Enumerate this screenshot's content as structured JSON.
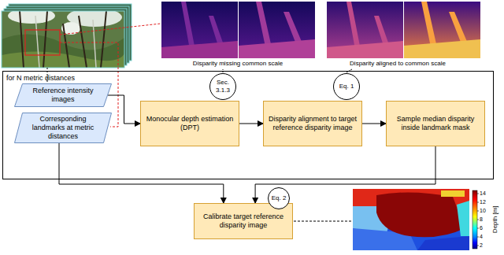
{
  "diagram": {
    "nodes": [
      {
        "text": [
          "for N metric distances"
        ]
      },
      {
        "text": [
          "Reference intensity images"
        ],
        "in": 0
      },
      {
        "text": [
          "Corresponding landmarks at metric distances"
        ],
        "in": 0
      },
      {
        "text": [
          "Sec. 3.1.3"
        ],
        "in": 0
      },
      {
        "text": [
          "Monocular depth estimation (DPT)"
        ],
        "in": 0
      },
      {
        "text": [
          "Eq. 1"
        ],
        "in": 0
      },
      {
        "text": [
          "Disparity alignment to target reference disparity image"
        ],
        "in": 0
      },
      {
        "text": [
          "Sample median disparity inside landmark mask"
        ],
        "in": 0
      },
      {
        "text": [
          "Eq. 2"
        ]
      },
      {
        "text": [
          "Calibrate target reference disparity image"
        ]
      }
    ],
    "edges": [
      {
        "from": 1,
        "to": 4,
        "arrow": "to"
      },
      {
        "from": 4,
        "to": 6,
        "arrow": "to"
      },
      {
        "from": 6,
        "to": 7,
        "arrow": "to"
      },
      {
        "from": 2,
        "to": 9,
        "arrow": "to"
      },
      {
        "from": 7,
        "to": 9,
        "arrow": "to"
      }
    ],
    "labels": [
      "Disparity missing common scale",
      "Disparity aligned to common scale",
      "Depth [m]",
      "14",
      "12",
      "10",
      "8",
      "6",
      "4",
      "2"
    ]
  }
}
